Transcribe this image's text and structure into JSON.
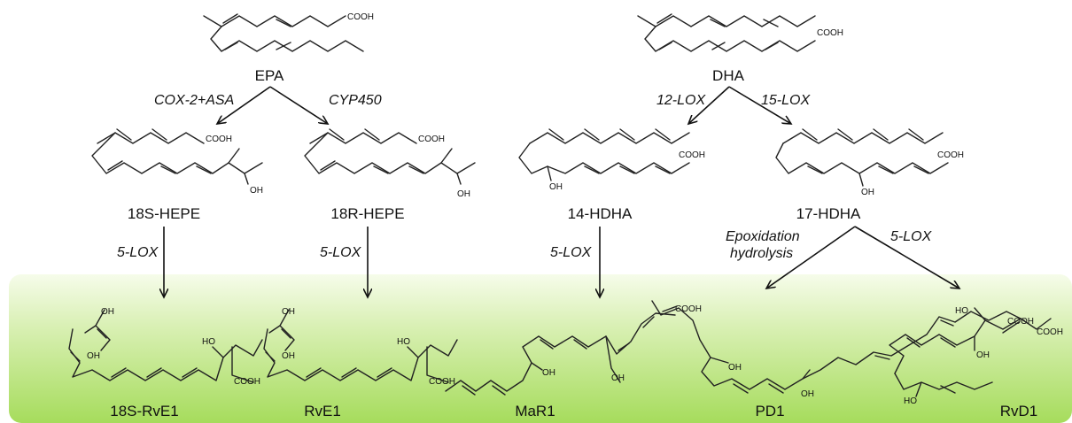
{
  "precursors": {
    "epa": "EPA",
    "dha": "DHA"
  },
  "intermediates": {
    "hepe_18s": "18S-HEPE",
    "hepe_18r": "18R-HEPE",
    "hdha_14": "14-HDHA",
    "hdha_17": "17-HDHA"
  },
  "products": {
    "rve1_18s": "18S-RvE1",
    "rve1": "RvE1",
    "mar1": "MaR1",
    "pd1": "PD1",
    "rvd1": "RvD1"
  },
  "enzymes": {
    "cox2_asa": "COX-2+ASA",
    "cyp450": "CYP450",
    "lox12": "12-LOX",
    "lox15": "15-LOX",
    "lox5_a": "5-LOX",
    "lox5_b": "5-LOX",
    "lox5_c": "5-LOX",
    "lox5_d": "5-LOX",
    "epox_line1": "Epoxidation",
    "epox_line2": "hydrolysis"
  },
  "atoms": {
    "cooh": "COOH",
    "oh": "OH",
    "ho": "HO"
  },
  "colors": {
    "band_top": "#f4fbe6",
    "band_bottom": "#a9df62"
  }
}
